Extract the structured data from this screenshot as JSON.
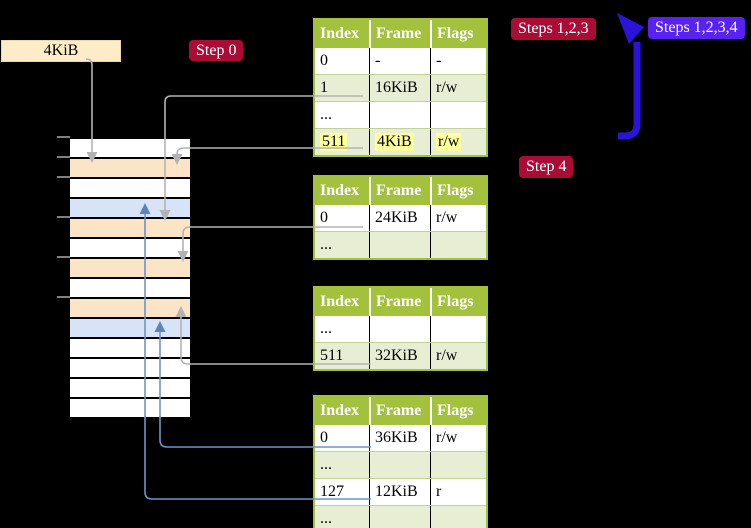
{
  "labels": {
    "frame_size_box": "4KiB",
    "step0": "Step 0",
    "steps123": "Steps 1,2,3",
    "steps1234": "Steps 1,2,3,4",
    "step4": "Step 4"
  },
  "memory": {
    "rows": [
      "white",
      "peach",
      "white",
      "blue",
      "peach",
      "white",
      "peach",
      "white",
      "peach",
      "blue",
      "white",
      "white",
      "white",
      "white"
    ],
    "tick_row_offsets": [
      0,
      1,
      2,
      4,
      6,
      8
    ]
  },
  "tables": [
    {
      "headers": [
        "Index",
        "Frame",
        "Flags"
      ],
      "rows": [
        {
          "cells": [
            "0",
            "-",
            "-"
          ],
          "shade": "white",
          "highlight": false
        },
        {
          "cells": [
            "1",
            "16KiB",
            "r/w"
          ],
          "shade": "green",
          "highlight": false
        },
        {
          "cells": [
            "...",
            "",
            ""
          ],
          "shade": "white",
          "highlight": false
        },
        {
          "cells": [
            "511",
            "4KiB",
            "r/w"
          ],
          "shade": "green",
          "highlight": true
        }
      ]
    },
    {
      "headers": [
        "Index",
        "Frame",
        "Flags"
      ],
      "rows": [
        {
          "cells": [
            "0",
            "24KiB",
            "r/w"
          ],
          "shade": "white",
          "highlight": false
        },
        {
          "cells": [
            "...",
            "",
            ""
          ],
          "shade": "green",
          "highlight": false
        }
      ]
    },
    {
      "headers": [
        "Index",
        "Frame",
        "Flags"
      ],
      "rows": [
        {
          "cells": [
            "...",
            "",
            ""
          ],
          "shade": "white",
          "highlight": false
        },
        {
          "cells": [
            "511",
            "32KiB",
            "r/w"
          ],
          "shade": "green",
          "highlight": false
        }
      ]
    },
    {
      "headers": [
        "Index",
        "Frame",
        "Flags"
      ],
      "rows": [
        {
          "cells": [
            "0",
            "36KiB",
            "r/w"
          ],
          "shade": "white",
          "highlight": false
        },
        {
          "cells": [
            "...",
            "",
            ""
          ],
          "shade": "green",
          "highlight": false
        },
        {
          "cells": [
            "127",
            "12KiB",
            "r"
          ],
          "shade": "white",
          "highlight": false
        },
        {
          "cells": [
            "...",
            "",
            ""
          ],
          "shade": "green",
          "highlight": false
        }
      ]
    }
  ],
  "colors": {
    "background": "#000000",
    "badge_red": "#a90d36",
    "badge_blue": "#5823f2",
    "thick_arrow_blue": "#2c13da",
    "table_header_green": "#a3c13d",
    "table_row_green": "#e7eed3",
    "frame_peach": "#fce5c6",
    "frame_blue": "#d7e3f6",
    "label_box_cream": "#fcedc8",
    "highlight_yellow": "#ffff9e",
    "connector_gray": "#b3b3b3",
    "connector_blue": "#6f94c7"
  }
}
